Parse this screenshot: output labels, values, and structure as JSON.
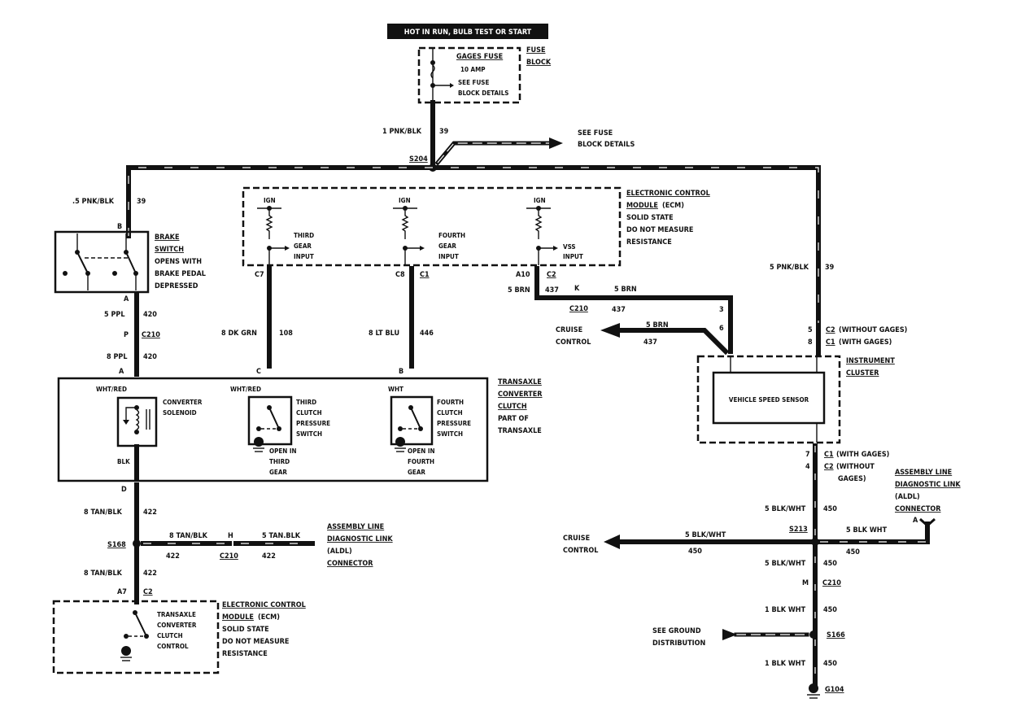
{
  "header": {
    "banner": "HOT IN RUN, BULB TEST OR START"
  },
  "fuse_block": {
    "title": "GAGES FUSE",
    "rating": "10 AMP",
    "note1": "SEE FUSE",
    "note2": "BLOCK DETAILS",
    "label1": "FUSE",
    "label2": "BLOCK"
  },
  "main_feed": {
    "wire": "1 PNK/BLK",
    "circuit": "39",
    "splice": "S204",
    "branch_note1": "SEE FUSE",
    "branch_note2": "BLOCK DETAILS"
  },
  "brake_switch": {
    "wire_in": ".5 PNK/BLK",
    "circuit_in": "39",
    "pin_top": "B",
    "pin_bottom": "A",
    "title1": "BRAKE",
    "title2": "SWITCH",
    "desc1": "OPENS WITH",
    "desc2": "BRAKE PEDAL",
    "desc3": "DEPRESSED",
    "wire_out1": "5 PPL",
    "circuit_out1": "420",
    "conn_pin": "P",
    "conn": "C210",
    "wire_out2": "8 PPL",
    "circuit_out2": "420"
  },
  "ecm_top": {
    "title1": "ELECTRONIC CONTROL",
    "title2": "MODULE",
    "title2b": "(ECM)",
    "desc1": "SOLID STATE",
    "desc2": "DO NOT MEASURE",
    "desc3": "RESISTANCE",
    "inputs": [
      {
        "ign": "IGN",
        "l1": "THIRD",
        "l2": "GEAR",
        "l3": "INPUT",
        "pin": "C7",
        "conn": "",
        "wire": "8 DK GRN",
        "circuit": "108",
        "dest_pin": "C"
      },
      {
        "ign": "IGN",
        "l1": "FOURTH",
        "l2": "GEAR",
        "l3": "INPUT",
        "pin": "C8",
        "conn": "C1",
        "wire": "8 LT BLU",
        "circuit": "446",
        "dest_pin": "B"
      },
      {
        "ign": "IGN",
        "l1": "VSS",
        "l2": "INPUT",
        "l3": "",
        "pin": "A10",
        "conn": "C2",
        "wire": "5 BRN",
        "circuit": "437",
        "dest_pin": ""
      }
    ]
  },
  "vss_circuit": {
    "conn_pin": "K",
    "conn": "C210",
    "wire": "5 BRN",
    "circuit": "437",
    "pin3": "3",
    "pin6": "6",
    "cruise_wire": "5 BRN",
    "cruise_circuit": "437",
    "cruise1": "CRUISE",
    "cruise2": "CONTROL"
  },
  "instrument_cluster": {
    "feed_wire": "5 PNK/BLK",
    "feed_circuit": "39",
    "pin5": "5",
    "pin5_conn": "C2",
    "pin5_note": "(WITHOUT GAGES)",
    "pin8": "8",
    "pin8_conn": "C1",
    "pin8_note": "(WITH GAGES)",
    "title1": "INSTRUMENT",
    "title2": "CLUSTER",
    "sensor": "VEHICLE SPEED SENSOR",
    "pin7": "7",
    "pin7_conn": "C1",
    "pin7_note": "(WITH GAGES)",
    "pin4": "4",
    "pin4_conn": "C2",
    "pin4_note": "(WITHOUT",
    "pin4_note2": "GAGES)"
  },
  "transaxle": {
    "title1": "TRANSAXLE",
    "title2": "CONVERTER",
    "title3": "CLUTCH",
    "desc1": "PART OF",
    "desc2": "TRANSAXLE",
    "pin_a": "A",
    "pin_c": "C",
    "pin_b": "B",
    "pin_d": "D",
    "solenoid_wire": "WHT/RED",
    "solenoid1": "CONVERTER",
    "solenoid2": "SOLENOID",
    "solenoid_out": "BLK",
    "third_wire": "WHT/RED",
    "third1": "THIRD",
    "third2": "CLUTCH",
    "third3": "PRESSURE",
    "third4": "SWITCH",
    "third_open1": "OPEN IN",
    "third_open2": "THIRD",
    "third_open3": "GEAR",
    "fourth_wire": "WHT",
    "fourth1": "FOURTH",
    "fourth2": "CLUTCH",
    "fourth3": "PRESSURE",
    "fourth4": "SWITCH",
    "fourth_open1": "OPEN IN",
    "fourth_open2": "FOURTH",
    "fourth_open3": "GEAR"
  },
  "tcc_circuit": {
    "wire1": "8 TAN/BLK",
    "circuit1": "422",
    "splice": "S168",
    "branch_wire": "8 TAN/BLK",
    "branch_circuit": "422",
    "conn_pin": "H",
    "conn": "C210",
    "aldl_wire": "5 TAN.BLK",
    "aldl_circuit": "422",
    "aldl1": "ASSEMBLY LINE",
    "aldl2": "DIAGNOSTIC LINK",
    "aldl3": "(ALDL)",
    "aldl4": "CONNECTOR",
    "wire2": "8 TAN/BLK",
    "circuit2": "422",
    "ecm_pin": "A7",
    "ecm_conn": "C2"
  },
  "ecm_bottom": {
    "l1": "TRANSAXLE",
    "l2": "CONVERTER",
    "l3": "CLUTCH",
    "l4": "CONTROL",
    "title1": "ELECTRONIC CONTROL",
    "title2": "MODULE",
    "title2b": "(ECM)",
    "desc1": "SOLID STATE",
    "desc2": "DO NOT MEASURE",
    "desc3": "RESISTANCE"
  },
  "ground_circuit": {
    "wire1": "5 BLK/WHT",
    "circuit1": "450",
    "splice": "S213",
    "cruise_wire": "5 BLK/WHT",
    "cruise_circuit": "450",
    "cruise1": "CRUISE",
    "cruise2": "CONTROL",
    "aldl_wire": "5 BLK WHT",
    "aldl_circuit": "450",
    "aldl_pin": "A",
    "aldl1": "ASSEMBLY LINE",
    "aldl2": "DIAGNOSTIC LINK",
    "aldl3": "(ALDL)",
    "aldl4": "CONNECTOR",
    "wire2": "5 BLK/WHT",
    "circuit2": "450",
    "conn_pin": "M",
    "conn": "C210",
    "wire3": "1 BLK WHT",
    "circuit3": "450",
    "ground_note1": "SEE GROUND",
    "ground_note2": "DISTRIBUTION",
    "splice2": "S166",
    "wire4": "1 BLK WHT",
    "circuit4": "450",
    "ground": "G104"
  }
}
